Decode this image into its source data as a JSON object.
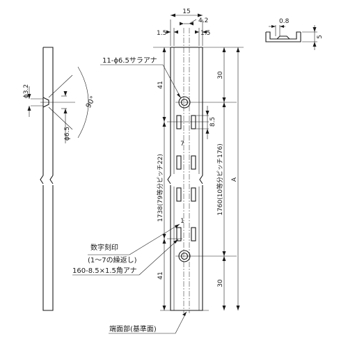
{
  "dimensions": {
    "width_15": "15",
    "offset_4_2": "4.2",
    "flange_left_1_5": "1.5",
    "flange_right_1_5": "1.5",
    "thickness_0_8": "0.8",
    "depth_5": "5",
    "hole_dia_3_2": "ϕ3.2",
    "hole_dia_6_5": "ϕ6.5",
    "countersink_angle": "90°",
    "top_30": "30",
    "top_41": "41",
    "slot_8_5": "8.5",
    "bottom_41": "41",
    "bottom_30": "30",
    "length_1738": "1738(79等分ピッチ22)",
    "length_1760": "1760(10等分ピッチ176)",
    "overall_A": "A"
  },
  "labels": {
    "countersunk_holes": "11-ϕ6.5サラアナ",
    "digit_mark_7": "7",
    "digit_mark_1": "1",
    "engraved_numbers": "数字刻印",
    "engraved_numbers_note": "(1〜7の繰返し)",
    "square_holes": "160-8.5×1.5角アナ",
    "end_face": "端面部(基準面)"
  }
}
